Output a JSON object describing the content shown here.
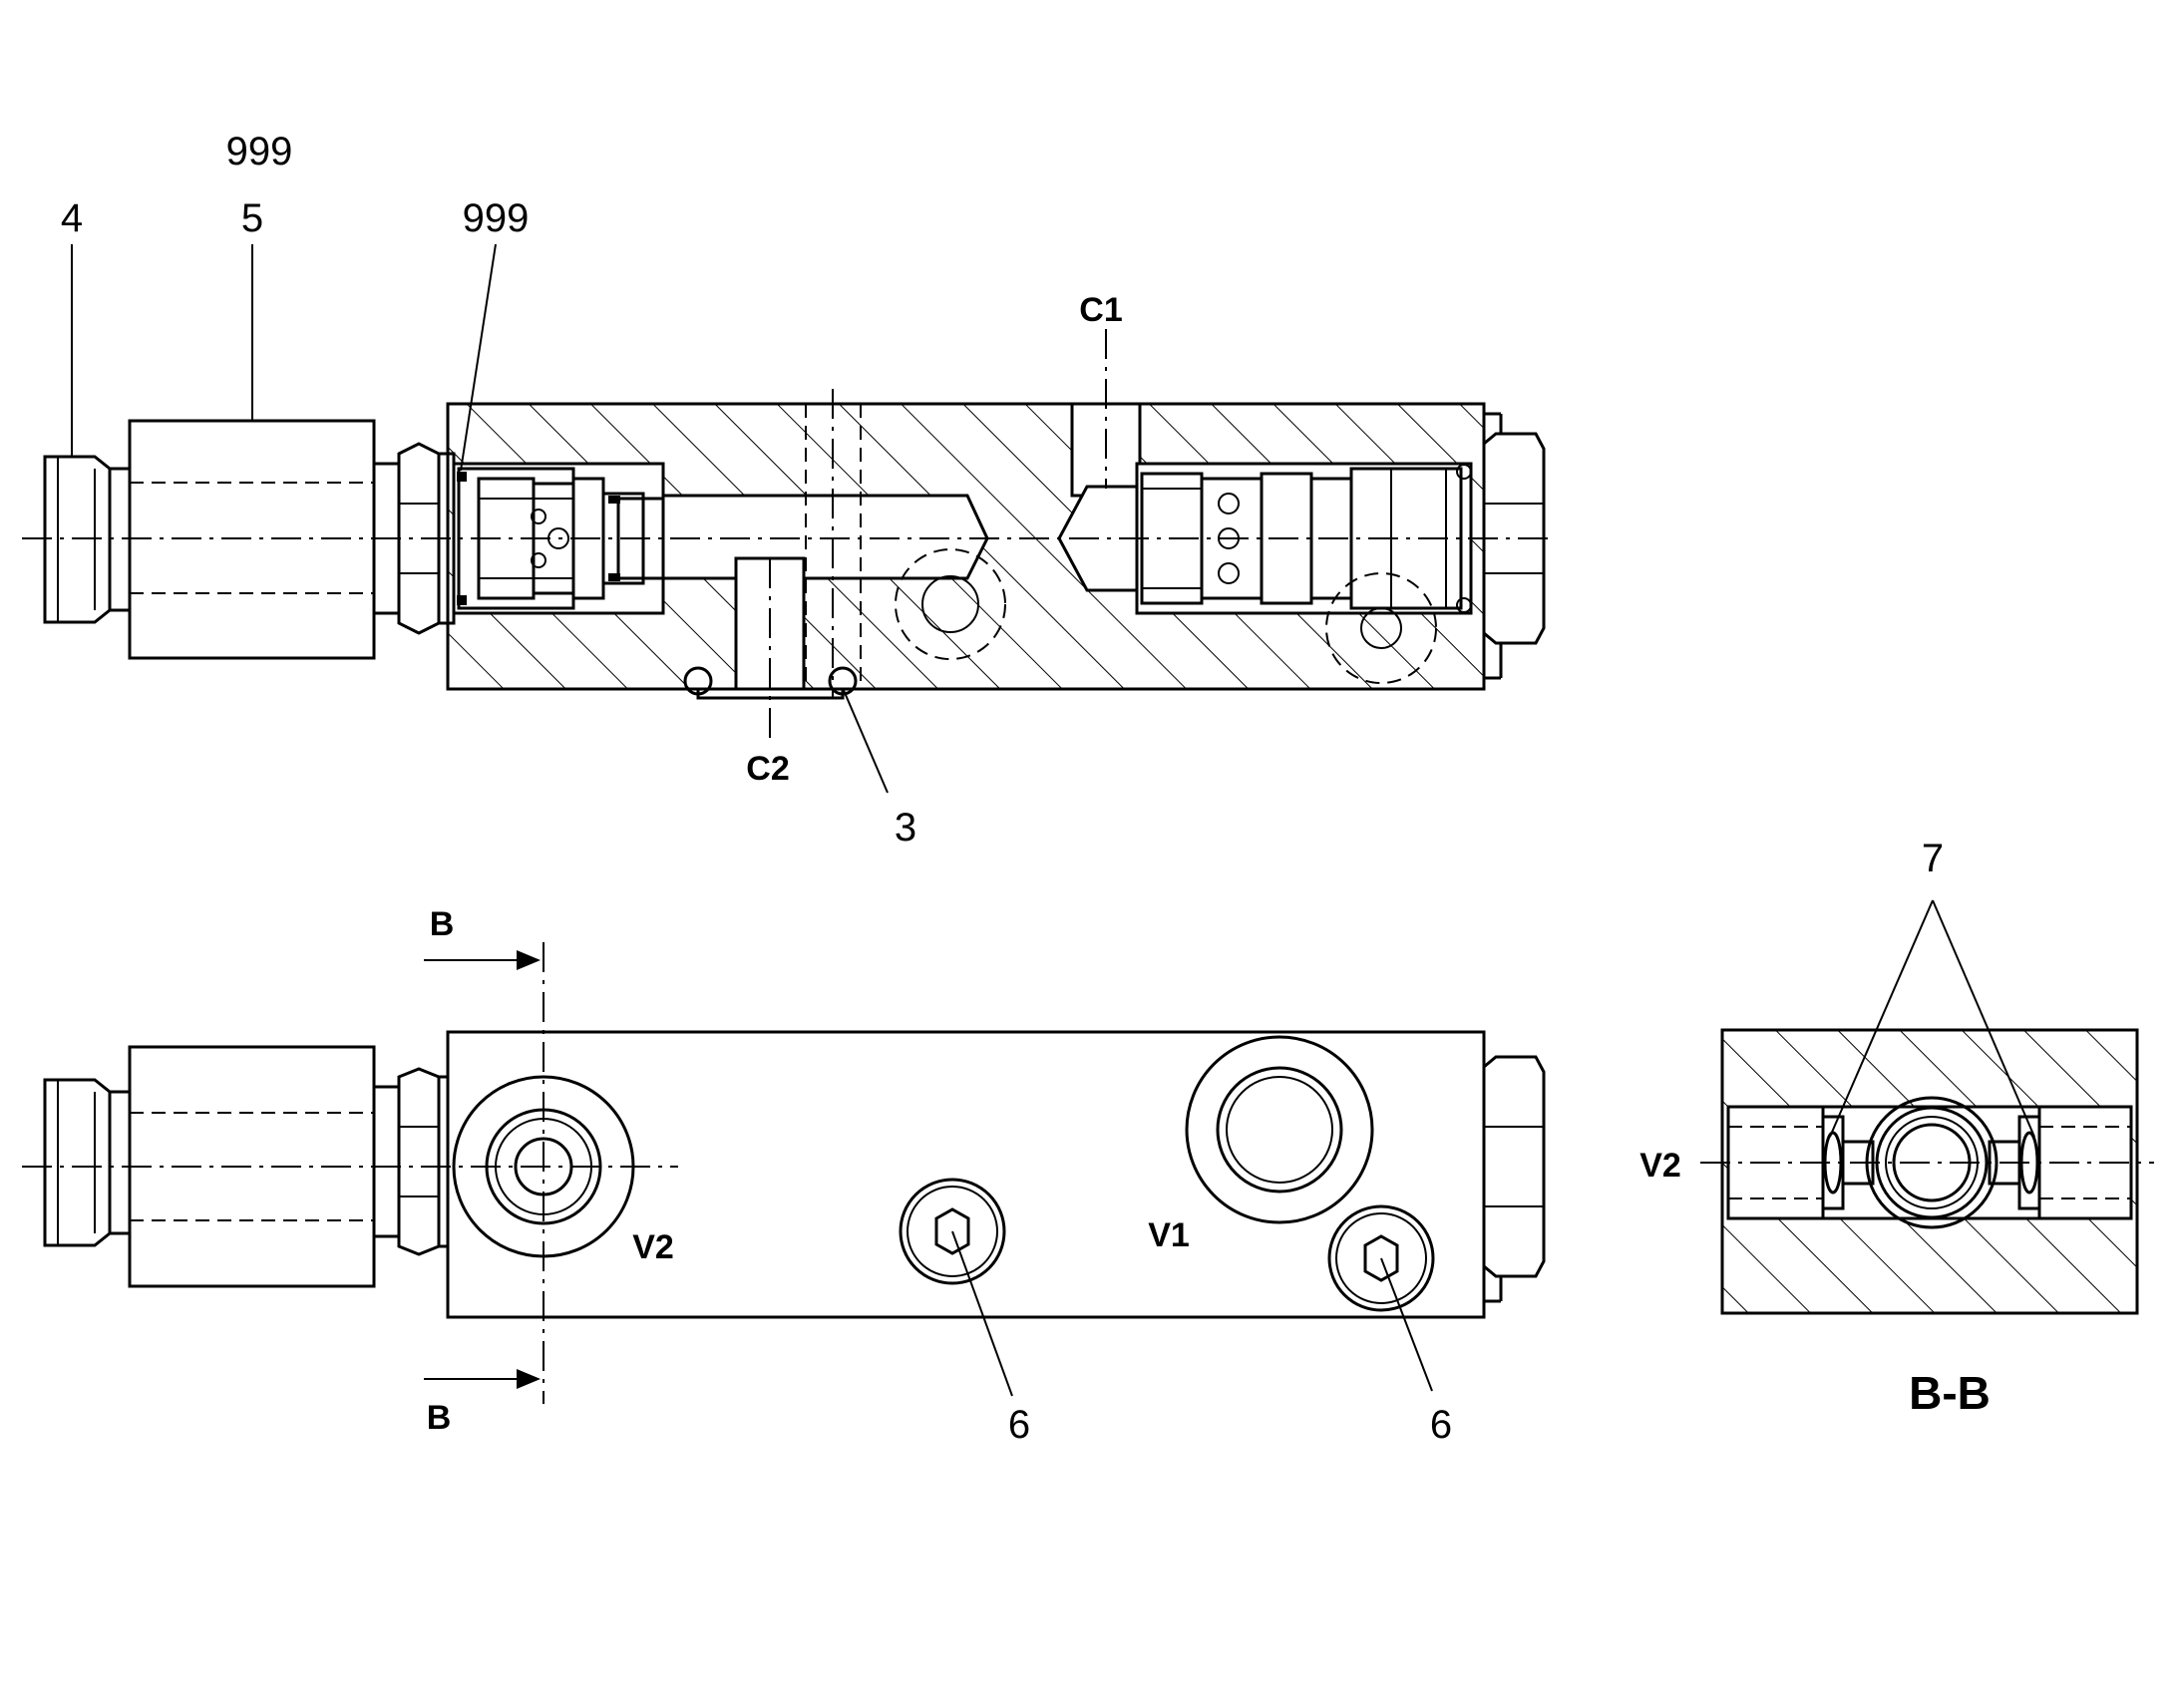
{
  "labels": {
    "item_999_top": "999",
    "item_4": "4",
    "item_5": "5",
    "item_999": "999",
    "port_c1": "C1",
    "port_c2": "C2",
    "item_3": "3",
    "item_7": "7",
    "section_mark_top": "B",
    "section_mark_bottom": "B",
    "port_v2_front": "V2",
    "port_v1_front": "V1",
    "port_v2_section": "V2",
    "item_6_left": "6",
    "item_6_right": "6",
    "section_title": "B-B"
  }
}
